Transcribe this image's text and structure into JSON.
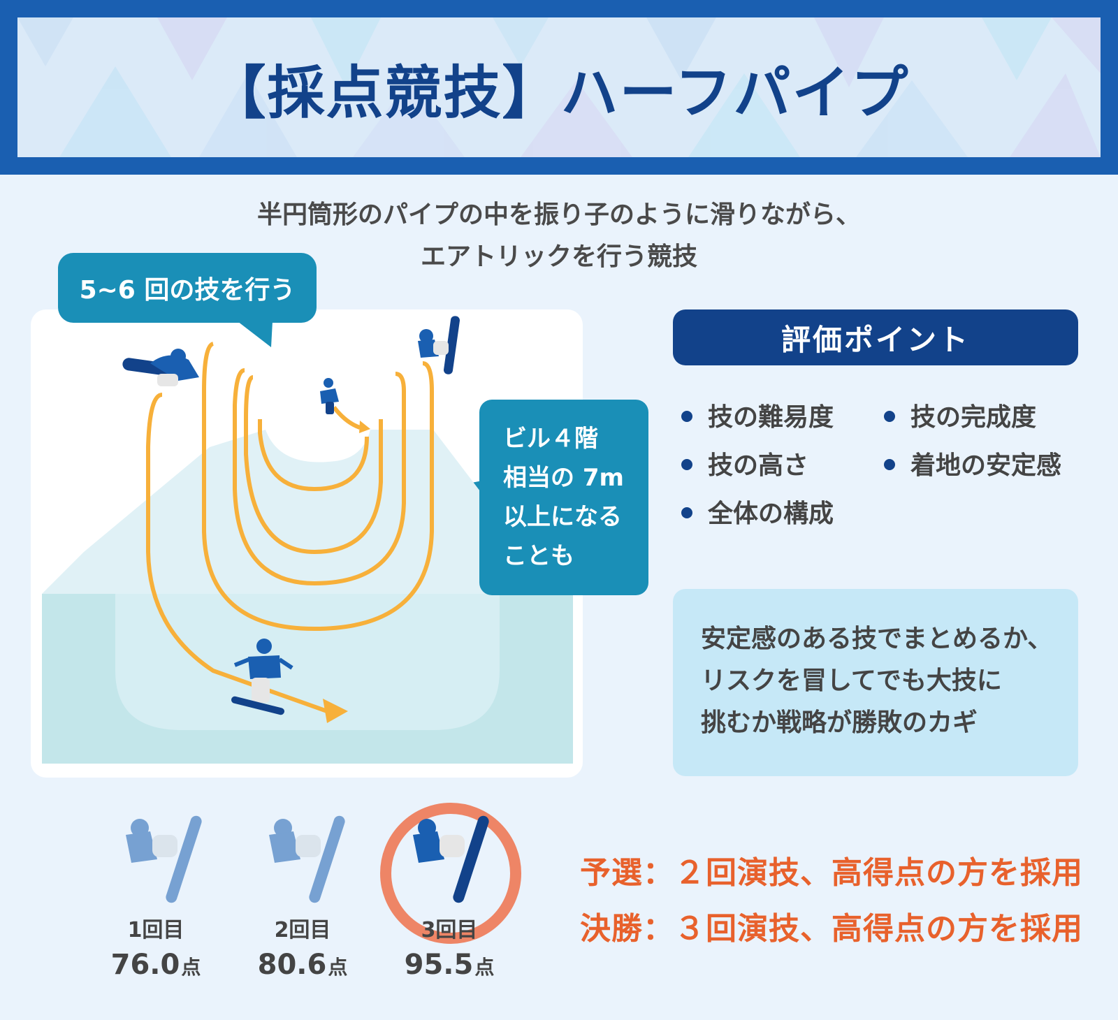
{
  "title": "【採点競技】ハーフパイプ",
  "intro": [
    "半円筒形のパイプの中を振り子のように滑りながら、",
    "エアトリックを行う競技"
  ],
  "callouts": {
    "tricks": "5~6 回の技を行う",
    "height": [
      "ビル４階",
      "相当の 7m",
      "以上になる",
      "ことも"
    ]
  },
  "evaluation": {
    "title": "評価ポイント",
    "items": [
      "技の難易度",
      "技の完成度",
      "技の高さ",
      "着地の安定感",
      "全体の構成"
    ]
  },
  "strategy": [
    "安定感のある技でまとめるか、",
    "リスクを冒してでも大技に",
    "挑むか戦略が勝敗のカギ"
  ],
  "scores": [
    {
      "run": "1回目",
      "value": "76.0",
      "unit": "点"
    },
    {
      "run": "2回目",
      "value": "80.6",
      "unit": "点"
    },
    {
      "run": "3回目",
      "value": "95.5",
      "unit": "点"
    }
  ],
  "rules": [
    "予選：２回演技、高得点の方を採用",
    "決勝：３回演技、高得点の方を採用"
  ],
  "colors": {
    "header": "#1a5fb1",
    "title": "#12428a",
    "callout": "#1a8fb7",
    "path": "#f7b03a",
    "rule": "#e8612c",
    "highlight": "#ee8566"
  }
}
